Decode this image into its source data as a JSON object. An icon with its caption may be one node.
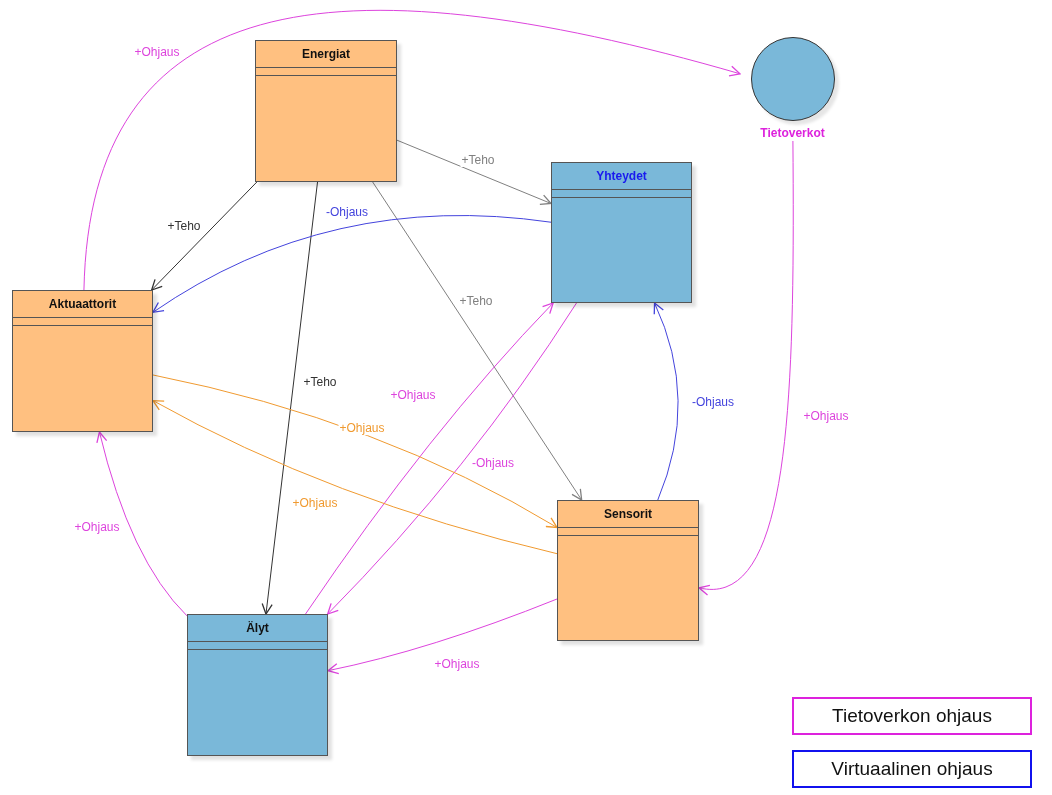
{
  "diagram": {
    "nodes": [
      {
        "text": [
          "Energiat"
        ]
      },
      {
        "text": [
          "Yhteydet"
        ]
      },
      {
        "text": [
          "Tietoverkot"
        ]
      },
      {
        "text": [
          "Aktuaattorit"
        ]
      },
      {
        "text": [
          "Sensorit"
        ]
      },
      {
        "text": [
          "Älyt"
        ]
      }
    ],
    "edges": [
      {
        "from": 0,
        "to": 1,
        "arrow": "to",
        "label": "+Teho",
        "color": "#808080"
      },
      {
        "from": 0,
        "to": 3,
        "arrow": "to",
        "label": "+Teho",
        "color": "#333333"
      },
      {
        "from": 0,
        "to": 5,
        "arrow": "to",
        "label": "+Teho",
        "color": "#333333"
      },
      {
        "from": 0,
        "to": 4,
        "arrow": "to",
        "label": "+Teho",
        "color": "#808080"
      },
      {
        "from": 1,
        "to": 3,
        "arrow": "to",
        "label": "-Ohjaus",
        "color": "#4444dd"
      },
      {
        "from": 3,
        "to": 2,
        "arrow": "to",
        "label": "+Ohjaus"
      },
      {
        "from": 2,
        "to": 4,
        "arrow": "to",
        "label": "+Ohjaus"
      },
      {
        "from": 5,
        "to": 1,
        "arrow": "to",
        "label": "+Ohjaus"
      },
      {
        "from": 1,
        "to": 5,
        "arrow": "to",
        "label": "-Ohjaus"
      },
      {
        "from": 4,
        "to": 1,
        "arrow": "to",
        "label": "-Ohjaus",
        "color": "#4444dd"
      },
      {
        "from": 3,
        "to": 4,
        "arrow": "to",
        "label": "+Ohjaus",
        "color": "#f09a30"
      },
      {
        "from": 4,
        "to": 3,
        "arrow": "to",
        "label": "+Ohjaus",
        "color": "#f09a30"
      },
      {
        "from": 5,
        "to": 3,
        "arrow": "to",
        "label": "+Ohjaus"
      },
      {
        "from": 4,
        "to": 5,
        "arrow": "to",
        "label": "+Ohjaus"
      }
    ],
    "legend": [
      {
        "text": "Tietoverkon ohjaus",
        "color": "#dd22dd"
      },
      {
        "text": "Virtuaalinen ohjaus",
        "color": "#1111ee"
      }
    ]
  }
}
